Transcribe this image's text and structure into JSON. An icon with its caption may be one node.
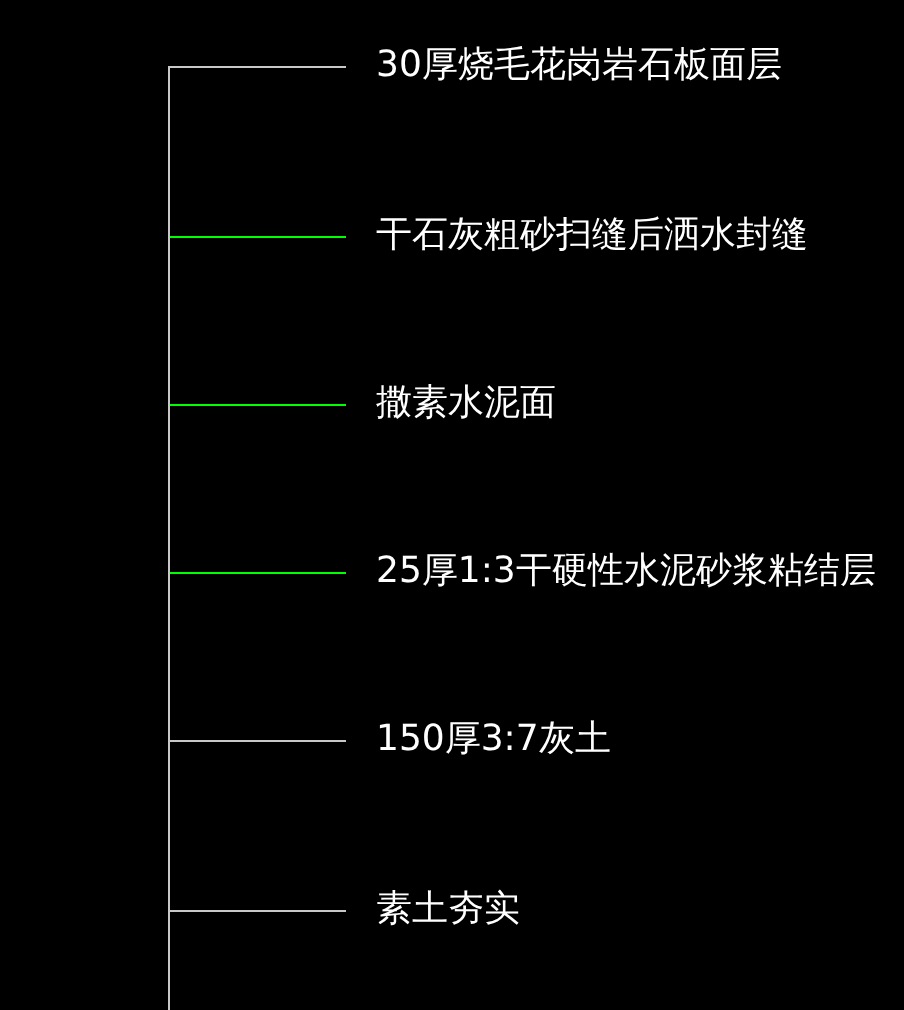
{
  "diagram": {
    "nodes": [
      {
        "text": [
          "30厚烧毛花岗岩石板面层"
        ]
      },
      {
        "text": [
          "干石灰粗砂扫缝后洒水封缝"
        ]
      },
      {
        "text": [
          "撒素水泥面"
        ]
      },
      {
        "text": [
          "25厚1:3干硬性水泥砂浆粘结层"
        ]
      },
      {
        "text": [
          "150厚3:7灰土"
        ]
      },
      {
        "text": [
          "素土夯实"
        ]
      },
      {
        "text": [],
        "shape": "bar"
      }
    ],
    "edges": [
      {
        "from": 0,
        "to": 6,
        "arrow": "none",
        "color": "#c8c8c8"
      },
      {
        "from": 1,
        "to": 6,
        "arrow": "none",
        "color": "#00ff00"
      },
      {
        "from": 2,
        "to": 6,
        "arrow": "none",
        "color": "#00ff00"
      },
      {
        "from": 3,
        "to": 6,
        "arrow": "none",
        "color": "#00ff00"
      },
      {
        "from": 4,
        "to": 6,
        "arrow": "none",
        "color": "#c8c8c8"
      },
      {
        "from": 5,
        "to": 6,
        "arrow": "none",
        "color": "#c8c8c8"
      }
    ]
  }
}
